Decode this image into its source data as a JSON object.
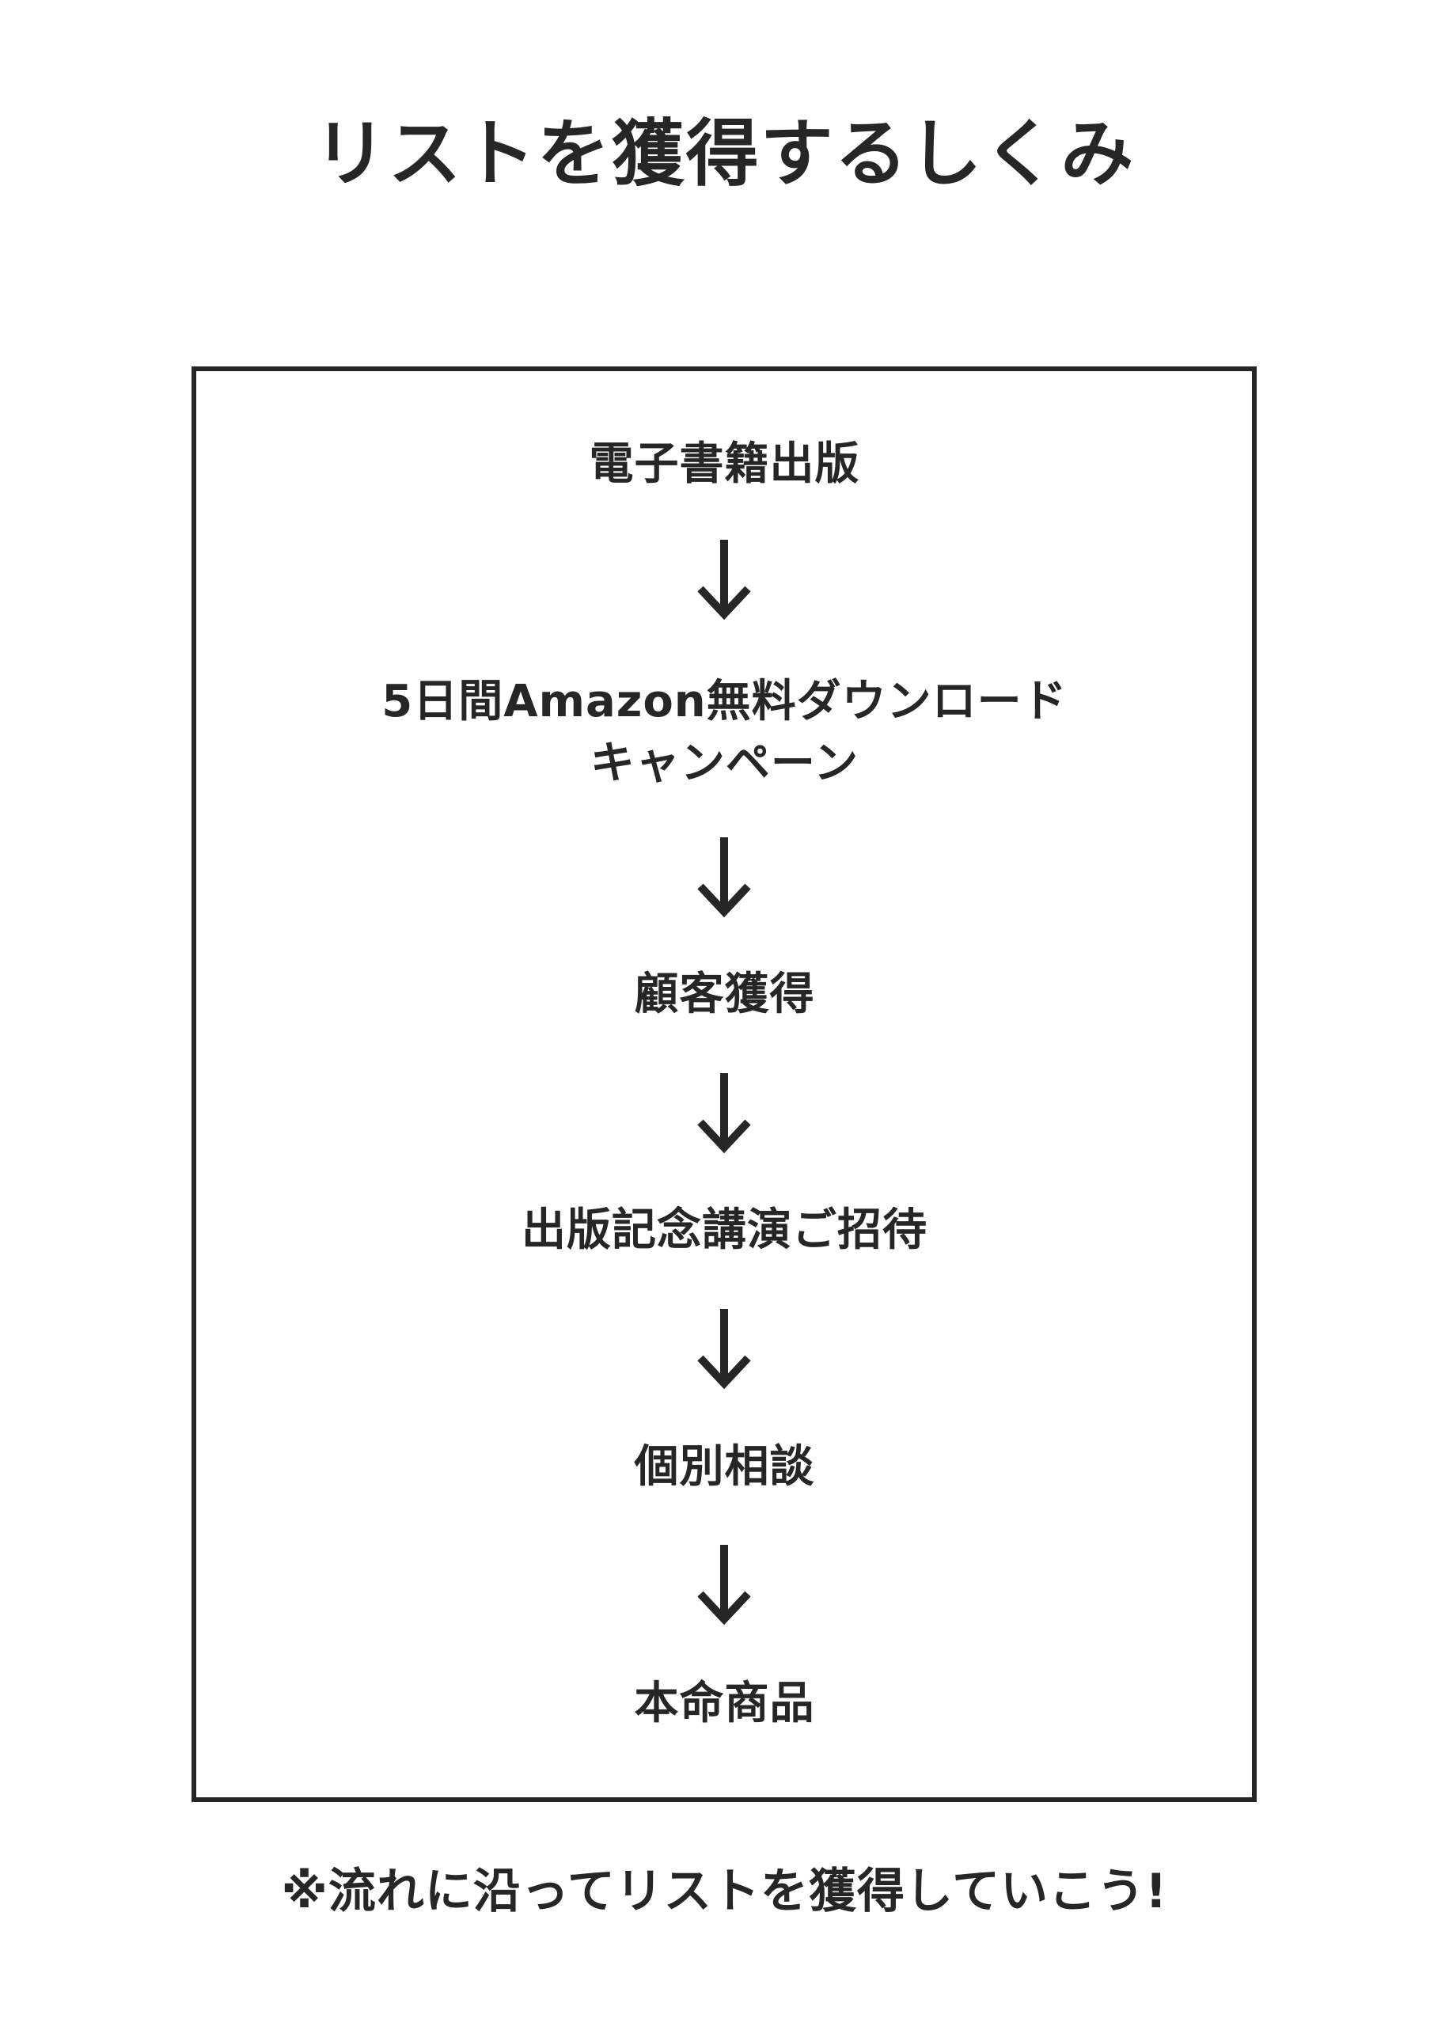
{
  "title": "リストを獲得するしくみ",
  "steps": [
    {
      "label": "電子書籍出版"
    },
    {
      "label": "5日間Amazon無料ダウンロード",
      "label2": "キャンペーン"
    },
    {
      "label": "顧客獲得"
    },
    {
      "label": "出版記念講演ご招待"
    },
    {
      "label": "個別相談"
    },
    {
      "label": "本命商品"
    }
  ],
  "note": "※流れに沿ってリストを獲得していこう!"
}
